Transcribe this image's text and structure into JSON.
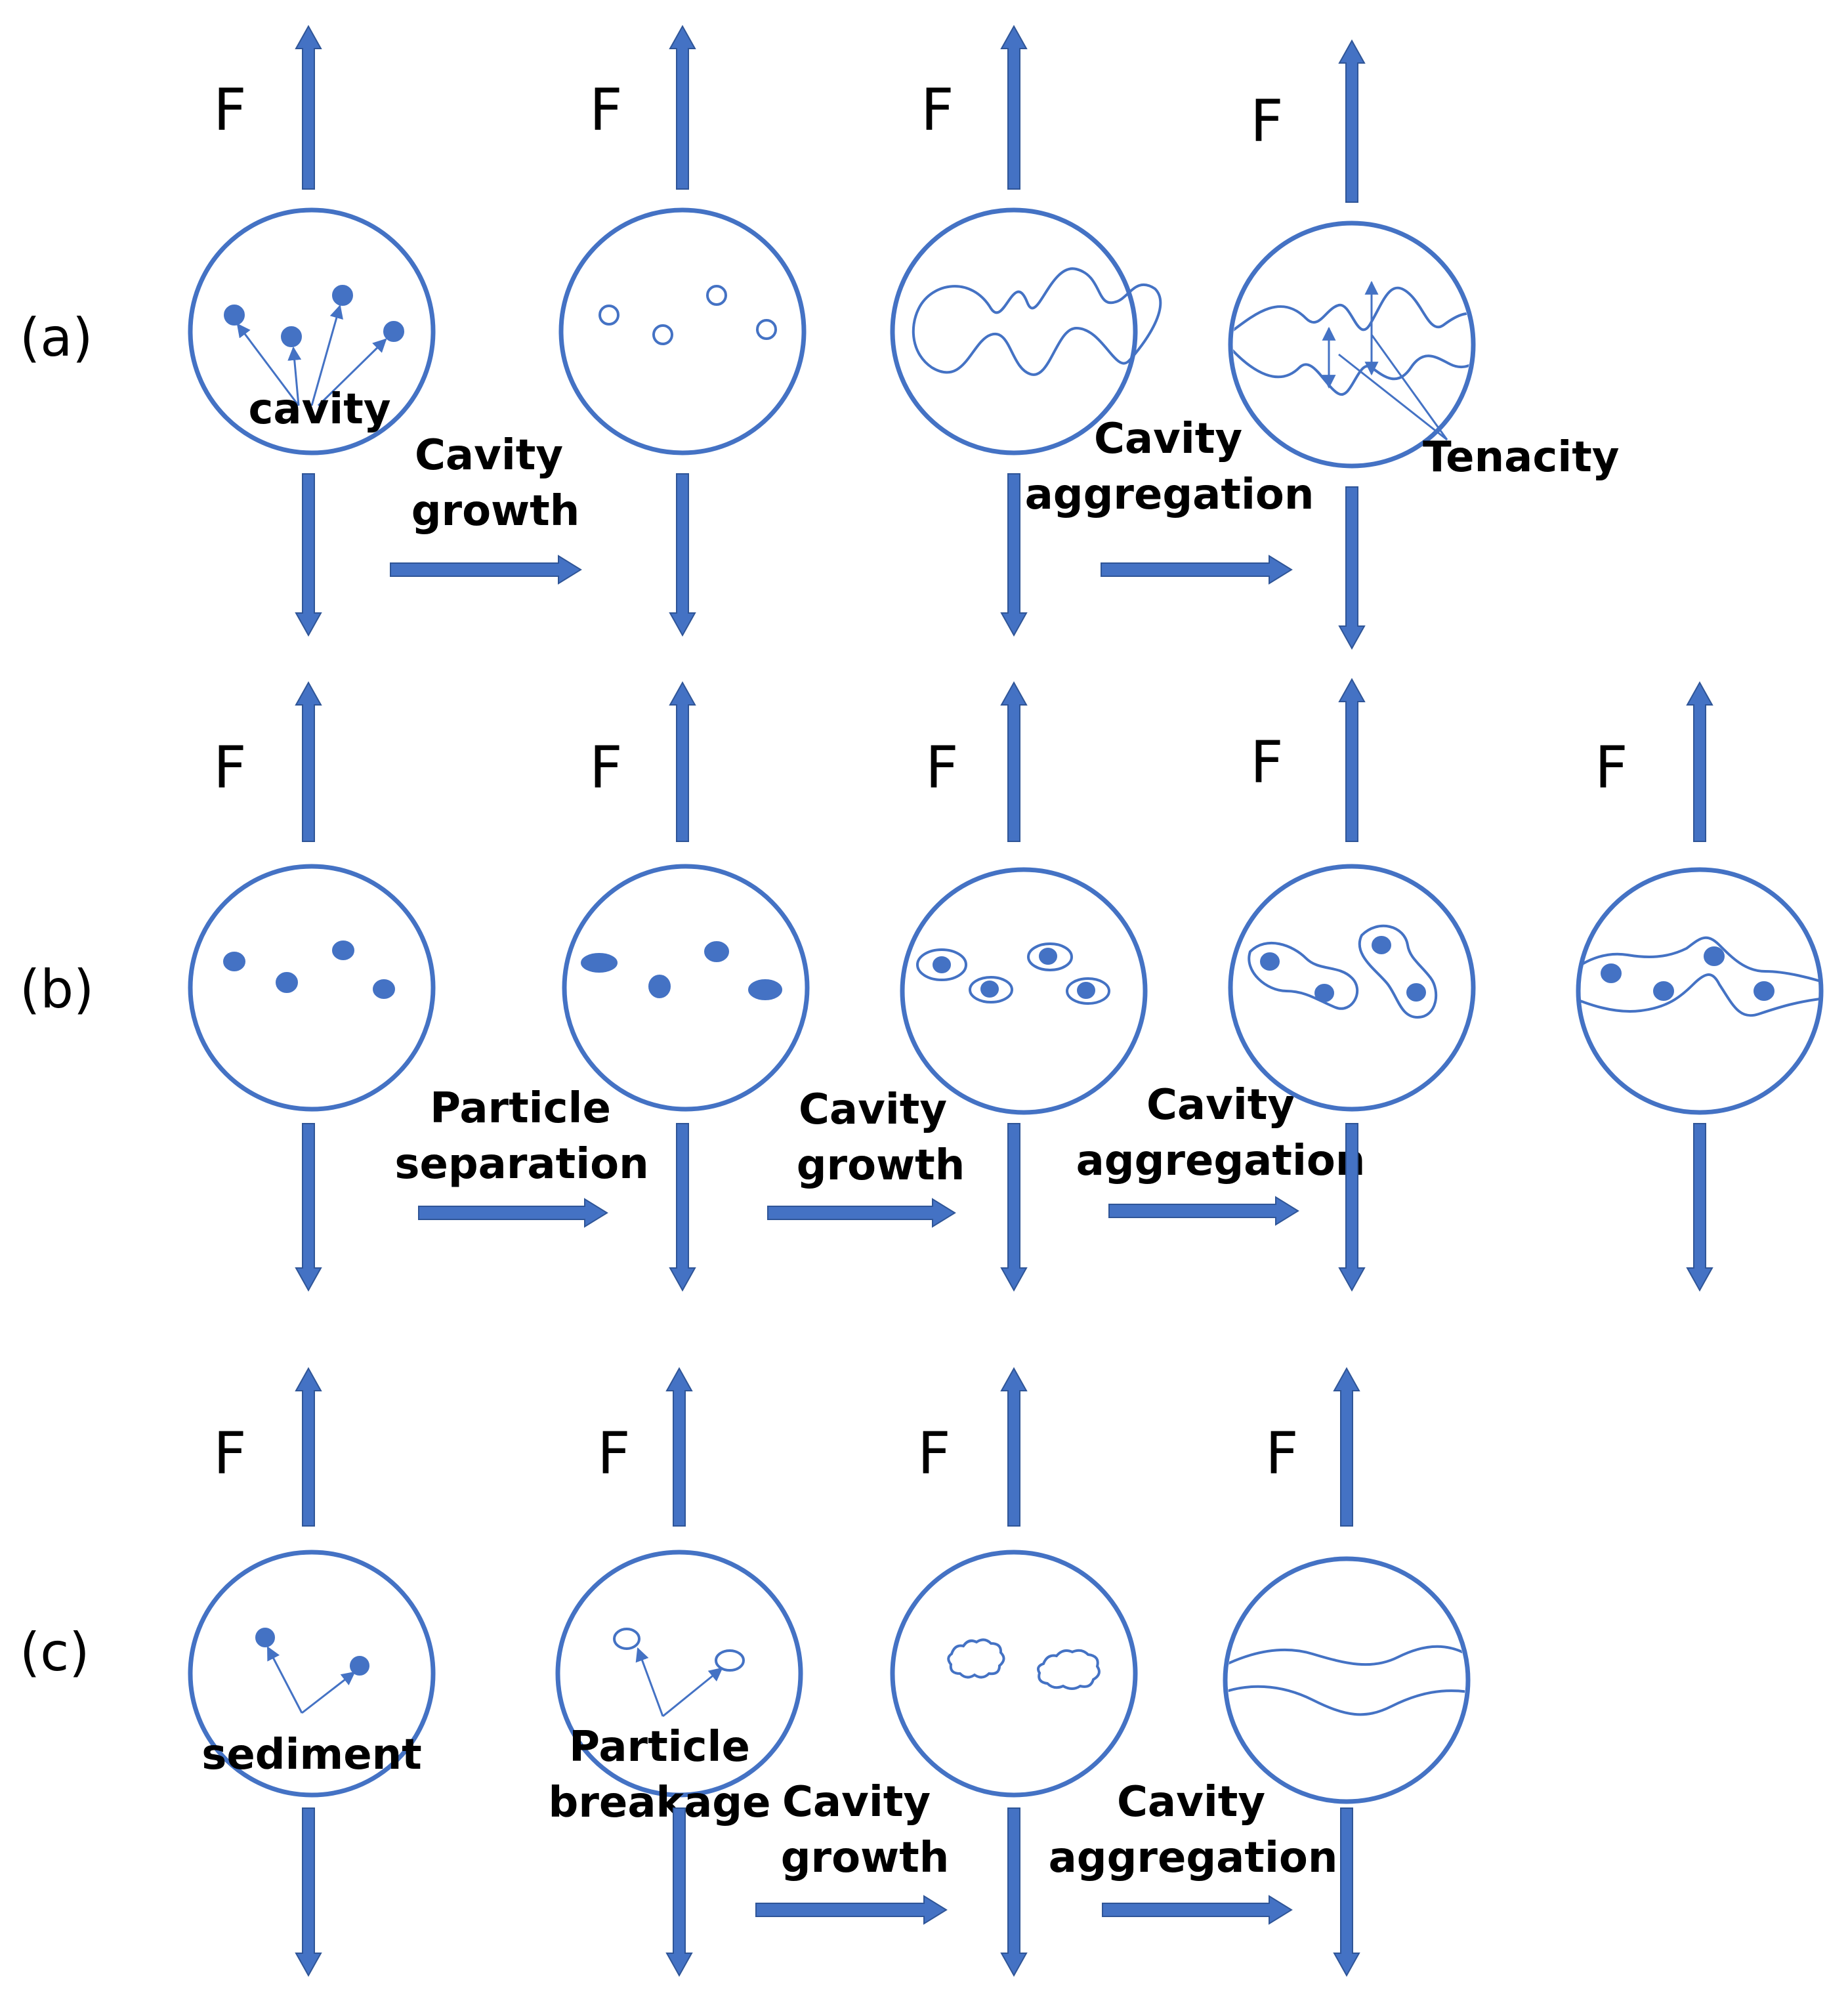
{
  "diagram": {
    "force_symbol": "F",
    "rows": [
      {
        "label": "(a)",
        "steps": [
          {
            "lines": [
              "Cavity",
              "growth"
            ]
          },
          {
            "lines": [
              "Cavity",
              "aggregation"
            ]
          }
        ],
        "notes": [
          "cavity",
          "Tenacity"
        ]
      },
      {
        "label": "(b)",
        "steps": [
          {
            "lines": [
              "Particle",
              "separation"
            ]
          },
          {
            "lines": [
              "Cavity",
              "growth"
            ]
          },
          {
            "lines": [
              "Cavity",
              "aggregation"
            ]
          }
        ],
        "notes": []
      },
      {
        "label": "(c)",
        "steps": [
          {
            "lines": [
              "Cavity",
              "growth"
            ]
          },
          {
            "lines": [
              "Cavity",
              "aggregation"
            ]
          }
        ],
        "notes": [
          "sediment",
          "Particle",
          "breakage"
        ]
      }
    ]
  }
}
